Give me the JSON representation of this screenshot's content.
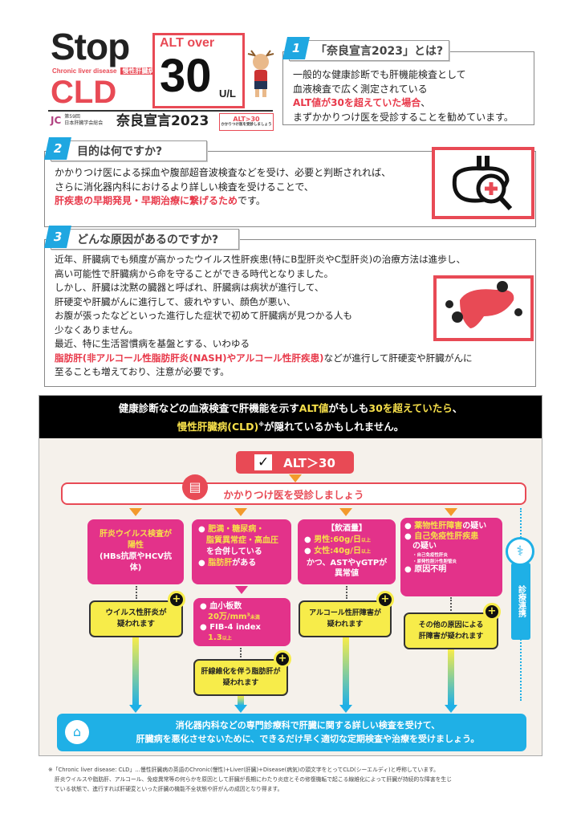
{
  "logo": {
    "stop": "Stop",
    "subtitle": "Chronic liver disease",
    "subtitle_tag": "慢性肝臓病",
    "cld": "CLD",
    "alt_over": "ALT over",
    "thirty": "30",
    "unit": "U/L",
    "society_line1": "第59回",
    "society_line2": "日本肝臓学会総会",
    "declaration": "奈良宣言2023",
    "badge_main": "ALT>30",
    "badge_sub": "かかりつけ医を受診しましょう"
  },
  "section1": {
    "num": "1",
    "title": "「奈良宣言2023」とは?",
    "lines": [
      "一般的な健康診断でも肝機能検査として",
      "血液検査で広く測定されている"
    ],
    "highlight": "ALT値が30を超えていた場合",
    "highlight_suffix": "、",
    "last": "まずかかりつけ医を受診することを勧めています。"
  },
  "section2": {
    "num": "2",
    "title": "目的は何ですか?",
    "lines": [
      "かかりつけ医による採血や腹部超音波検査などを受け、必要と判断されれば、",
      "さらに消化器内科におけるより詳しい検査を受けることで、"
    ],
    "highlight": "肝疾患の早期発見・早期治療に繋げるため",
    "suffix": "です。"
  },
  "section3": {
    "num": "3",
    "title": "どんな原因があるのですか?",
    "lines": [
      "近年、肝臓病でも頻度が高かったウイルス性肝疾患(特にB型肝炎やC型肝炎)の治療方法は進歩し、",
      "高い可能性で肝臓病から命を守ることができる時代となりました。",
      "しかし、肝臓は沈黙の臓器と呼ばれ、肝臓病は病状が進行して、",
      "肝硬変や肝臓がんに進行して、疲れやすい、顔色が悪い、",
      "お腹が張ったなどといった進行した症状で初めて肝臓病が見つかる人も",
      "少なくありません。",
      "最近、特に生活習慣病を基盤とする、いわゆる"
    ],
    "highlight": "脂肪肝(非アルコール性脂肪肝炎(NASH)やアルコール性肝疾患)",
    "suffix": "などが進行して肝硬変や肝臓がんに",
    "last": "至ることも増えており、注意が必要です。"
  },
  "flow": {
    "head1_a": "健康診断などの血液検査で肝機能を示す",
    "head1_b": "ALT値",
    "head1_c": "がもしも",
    "head1_d": "30を超えていたら",
    "head1_e": "、",
    "head2_a": "慢性肝臓病(CLD)",
    "head2_mark": "※",
    "head2_b": "が隠れているかもしれません。",
    "check": "✓",
    "alt": "ALT＞30",
    "clinic": "かかりつけ医を受診しましょう",
    "col1": {
      "l1": "肝炎ウイルス検査が",
      "l2": "陽性",
      "l3": "(HBs抗原やHCV抗体)",
      "result": [
        "ウイルス性肝炎が",
        "疑われます"
      ]
    },
    "col2": {
      "a": "肥満・糖尿病・",
      "b": "脂質異常症・高血圧",
      "c": "を合併している",
      "d": "脂肪肝",
      "e": "がある",
      "p1": "血小板数",
      "p2": "20万/mm³",
      "p2s": "未満",
      "p3": "FIB-4 index",
      "p4": "1.3",
      "p4s": "以上",
      "result": [
        "肝線維化を伴う脂肪肝が",
        "疑われます"
      ]
    },
    "col3": {
      "h": "【飲酒量】",
      "m": "男性:60g/日",
      "ms": "以上",
      "f": "女性:40g/日",
      "fs": "以上",
      "c1": "かつ、ASTやγGTPが",
      "c2": "異常値",
      "result": [
        "アルコール性肝障害が",
        "疑われます"
      ]
    },
    "col4": {
      "a": "薬物性肝障害",
      "a2": "の疑い",
      "b": "自己免疫性肝疾患",
      "b2": "の疑い",
      "s1": "・自己免疫性肝炎",
      "s2": "・原発性胆汁性胆管炎",
      "c": "原因不明",
      "result": [
        "その他の原因による",
        "肝障害が疑われます"
      ]
    },
    "side": "診療連携",
    "bottom1": "消化器内科などの専門診療科で肝臓に関する詳しい検査を受けて、",
    "bottom2": "肝臓病を悪化させないために、できるだけ早く適切な定期検査や治療を受けましょう。"
  },
  "footnote": [
    "※「Chronic liver disease: CLD」…慢性肝臓病の英語のChronic(慢性)+Liver(肝臓)+Disease(病気)の頭文字をとってCLD(シーエルディ)と呼称しています。",
    "肝炎ウイルスや脂肪肝、アルコール、免疫異常等の何らかを原因として肝臓が長期にわたり炎症とその修復機転で起こる線維化によって肝臓が持続的な障害を生じ",
    "ている状態で、進行すれば肝硬変といった肝臓の機能不全状態や肝がんの成因となり得ます。"
  ],
  "colors": {
    "red": "#e84a55",
    "blue": "#1fb0e6",
    "pink": "#e3328a",
    "yellow": "#f7ec4a"
  }
}
